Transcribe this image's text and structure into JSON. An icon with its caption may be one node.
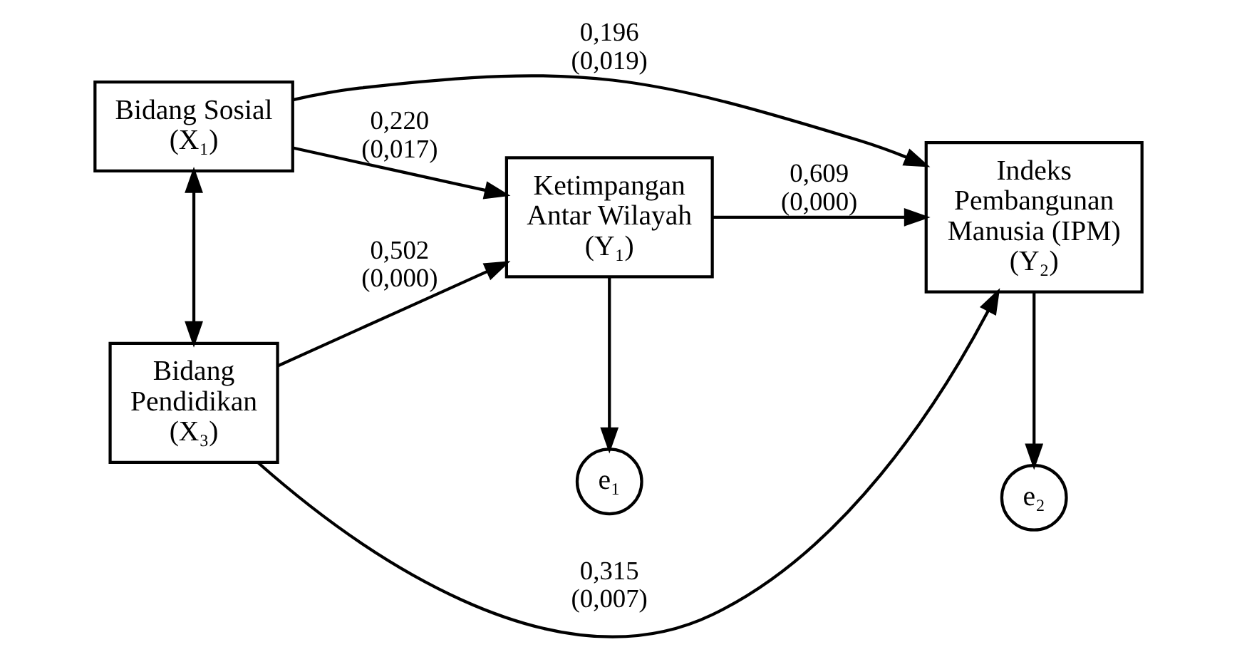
{
  "diagram": {
    "nodes": [
      {
        "text": [
          "Bidang Sosial",
          "(X₁)"
        ]
      },
      {
        "text": [
          "Bidang Pendidikan",
          "(X₃)"
        ]
      },
      {
        "text": [
          "Ketimpangan Antar Wilayah",
          "(Y₁)"
        ]
      },
      {
        "text": [
          "Indeks Pembangunan Manusia (IPM)",
          "(Y₂)"
        ]
      },
      {
        "text": [
          "e₁"
        ]
      },
      {
        "text": [
          "e₂"
        ]
      }
    ],
    "edges": [
      {
        "from": 0,
        "to": 1,
        "arrow": "both"
      },
      {
        "from": 0,
        "to": 2,
        "arrow": "to",
        "label": "0,220 (0,017)"
      },
      {
        "from": 1,
        "to": 2,
        "arrow": "to",
        "label": "0,502 (0,000)"
      },
      {
        "from": 0,
        "to": 3,
        "arrow": "to",
        "label": "0,196 (0,019)"
      },
      {
        "from": 1,
        "to": 3,
        "arrow": "to",
        "label": "0,315 (0,007)"
      },
      {
        "from": 2,
        "to": 3,
        "arrow": "to",
        "label": "0,609 (0,000)"
      },
      {
        "from": 2,
        "to": 4,
        "arrow": "to"
      },
      {
        "from": 3,
        "to": 5,
        "arrow": "to"
      }
    ]
  }
}
